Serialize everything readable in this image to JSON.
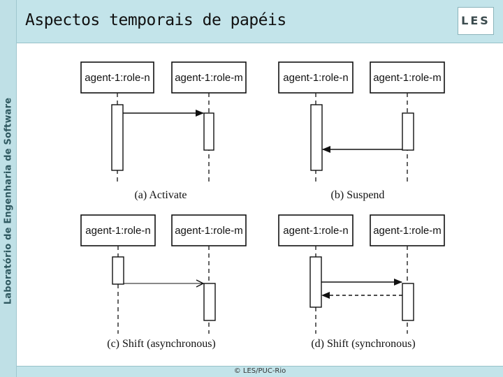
{
  "slide": {
    "title": "Aspectos temporais de papéis",
    "sidebar_text": "Laboratório de Engenharia de Software",
    "logo_text": "LES",
    "footer": "© LES/PUC-Rio"
  },
  "diagrams": [
    {
      "caption": "(a) Activate",
      "left_label": "agent-1:role-n",
      "right_label": "agent-1:role-m"
    },
    {
      "caption": "(b) Suspend",
      "left_label": "agent-1:role-n",
      "right_label": "agent-1:role-m"
    },
    {
      "caption": "(c) Shift (asynchronous)",
      "left_label": "agent-1:role-n",
      "right_label": "agent-1:role-m"
    },
    {
      "caption": "(d) Shift (synchronous)",
      "left_label": "agent-1:role-n",
      "right_label": "agent-1:role-m"
    }
  ]
}
